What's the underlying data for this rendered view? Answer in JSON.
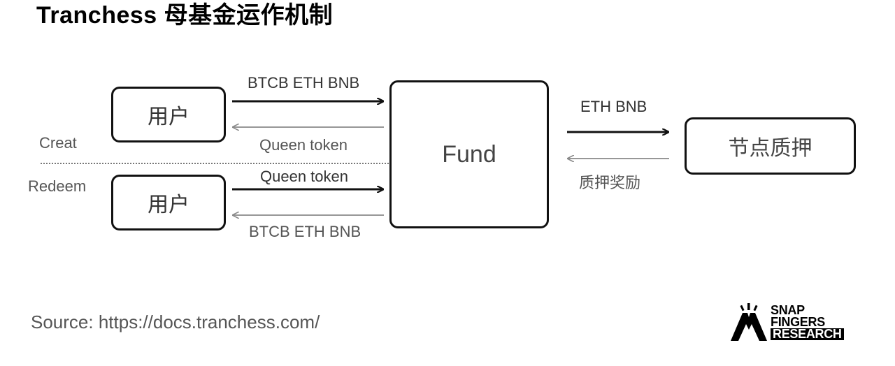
{
  "title": "Tranchess 母基金运作机制",
  "diagram": {
    "user_top": "用户",
    "user_bottom": "用户",
    "fund": "Fund",
    "staking": "节点质押",
    "creat_label": "Creat",
    "redeem_label": "Redeem",
    "top_in_label": "BTCB ETH BNB",
    "top_out_label": "Queen token",
    "bottom_in_label": "Queen token",
    "bottom_out_label": "BTCB ETH BNB",
    "stake_in_label": "ETH BNB",
    "stake_out_label": "质押奖励"
  },
  "source": "Source: https://docs.tranchess.com/",
  "logo": {
    "line1": "SNAP",
    "line2": "FINGERS",
    "line3": "RESEARCH",
    "icon": "snap-fingers-logo-icon"
  }
}
